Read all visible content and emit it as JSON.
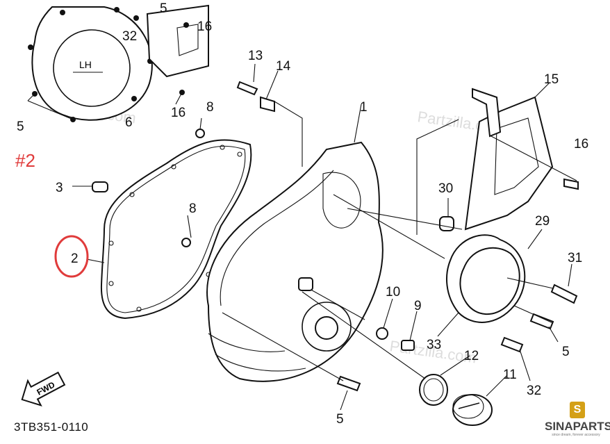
{
  "diagram": {
    "reference_tag": "#2",
    "drawing_code": "3TB351-0110",
    "cover_text": "LH",
    "fwd_text": "FWD",
    "watermark": "Partzilla.com",
    "highlight_color": "#e03b3b",
    "callouts": {
      "c1": "1",
      "c2": "2",
      "c3": "3",
      "c5a": "5",
      "c5b": "5",
      "c5c": "5",
      "c5d": "5",
      "c6": "6",
      "c8a": "8",
      "c8b": "8",
      "c9": "9",
      "c10": "10",
      "c11": "11",
      "c12": "12",
      "c13": "13",
      "c14": "14",
      "c15": "15",
      "c16a": "16",
      "c16b": "16",
      "c16c": "16",
      "c29": "29",
      "c30": "30",
      "c31": "31",
      "c32a": "32",
      "c32b": "32",
      "c33": "33"
    }
  },
  "brand": {
    "icon": "S",
    "name": "SINAPARTS",
    "tagline": "since dream, forever accessory"
  }
}
